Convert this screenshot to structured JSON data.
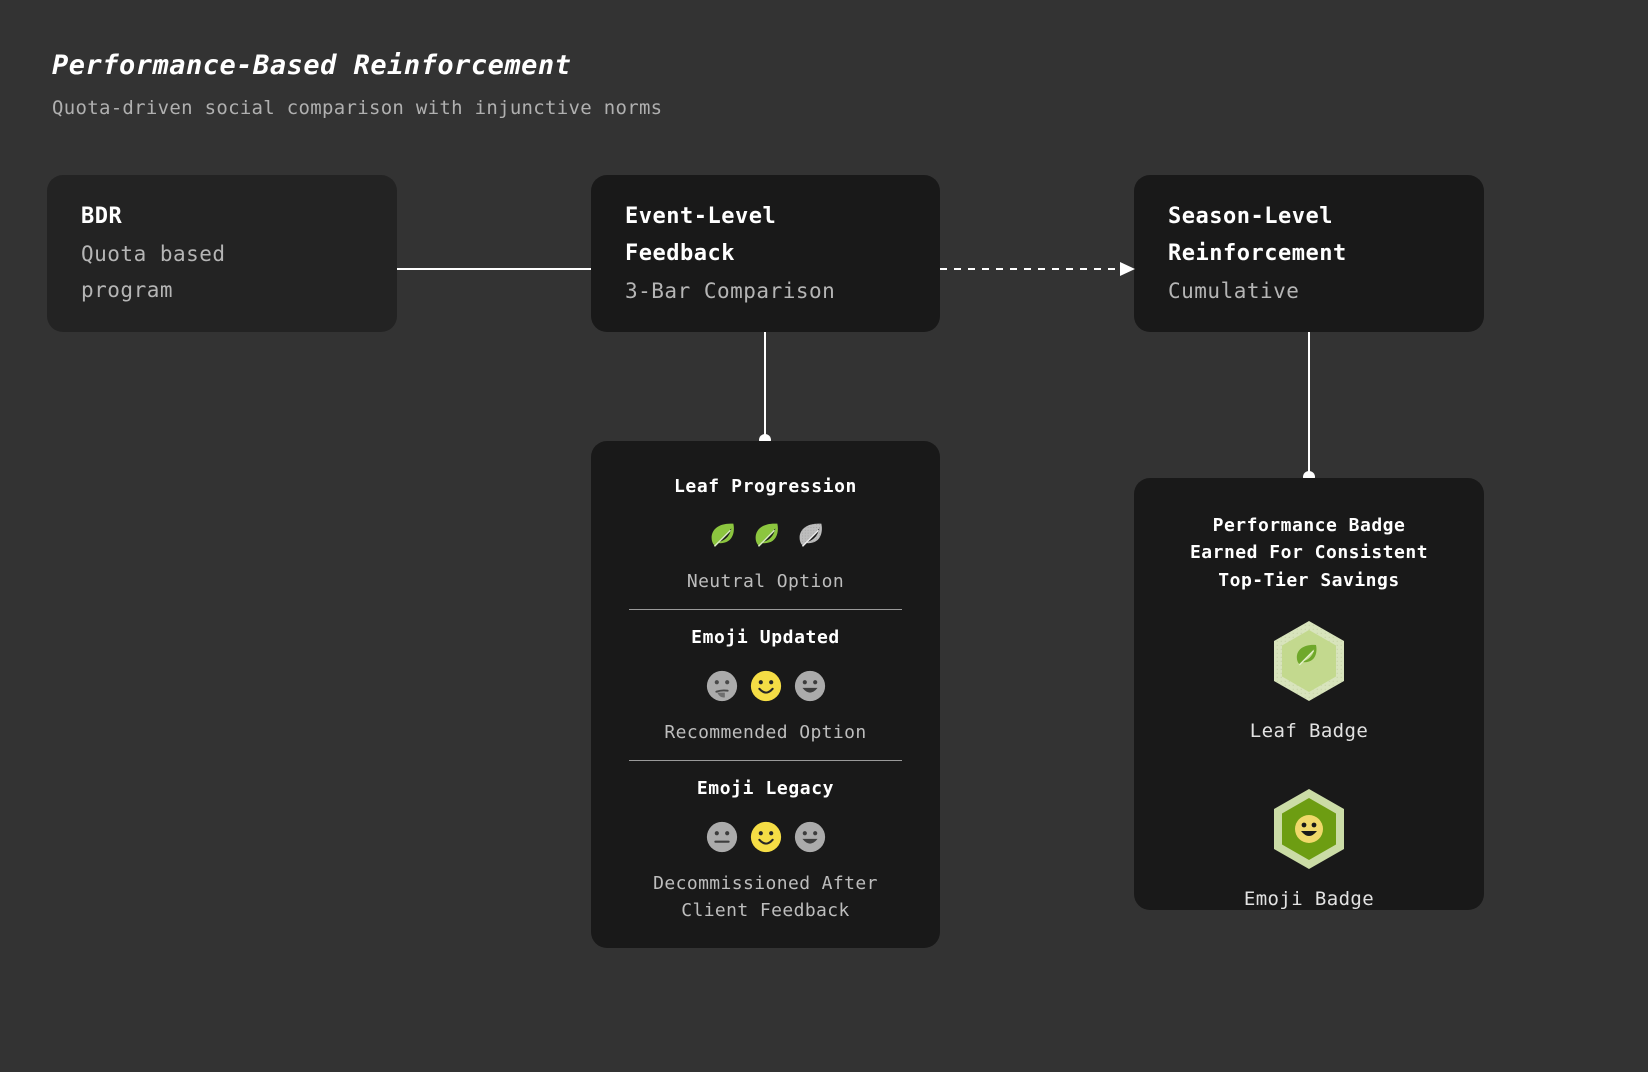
{
  "header": {
    "title": "Performance-Based Reinforcement",
    "subtitle": "Quota-driven social comparison with injunctive norms"
  },
  "nodes": [
    {
      "id": "bdr",
      "title": "BDR",
      "subtitle": "Quota based\nprogram"
    },
    {
      "id": "event",
      "title": "Event-Level\nFeedback",
      "subtitle": "3-Bar Comparison"
    },
    {
      "id": "season",
      "title": "Season-Level\nReinforcement",
      "subtitle": "Cumulative"
    }
  ],
  "connectors": [
    {
      "name": "bdr-to-event",
      "style": "solid",
      "arrow": false
    },
    {
      "name": "event-to-season",
      "style": "dashed",
      "arrow": true
    },
    {
      "name": "event-to-leaf",
      "style": "solid",
      "arrow": false,
      "endpoint": "dot"
    },
    {
      "name": "season-to-badge",
      "style": "solid",
      "arrow": false,
      "endpoint": "dot"
    }
  ],
  "leaf_card": {
    "sections": [
      {
        "title": "Leaf Progression",
        "caption": "Neutral Option",
        "icons": [
          "leaf-green",
          "leaf-green",
          "leaf-gray"
        ]
      },
      {
        "title": "Emoji Updated",
        "caption": "Recommended Option",
        "icons": [
          "face-thinking-gray",
          "face-smile-yellow",
          "face-grin-gray"
        ]
      },
      {
        "title": "Emoji Legacy",
        "caption": "Decommissioned After\nClient Feedback",
        "icons": [
          "face-neutral-gray",
          "face-smile-yellow",
          "face-grin-gray"
        ]
      }
    ]
  },
  "badge_card": {
    "heading": "Performance Badge\nEarned For Consistent\nTop-Tier Savings",
    "badges": [
      {
        "label": "Leaf Badge",
        "icon": "hex-badge-leaf"
      },
      {
        "label": "Emoji Badge",
        "icon": "hex-badge-emoji"
      }
    ]
  },
  "colors": {
    "background": "#333333",
    "node_dark": "#191919",
    "node_light": "#232323",
    "text_primary": "#ffffff",
    "text_muted": "#b5b5b5",
    "leaf_green": "#8CC63F",
    "leaf_gray": "#BDBDBD",
    "emoji_yellow": "#F5DD45",
    "emoji_gray": "#ABABAB",
    "badge_outer": "#CBDCA6",
    "badge_inner_light": "#C3D98E",
    "badge_inner_dark": "#6D9D12",
    "connector": "#ffffff"
  }
}
